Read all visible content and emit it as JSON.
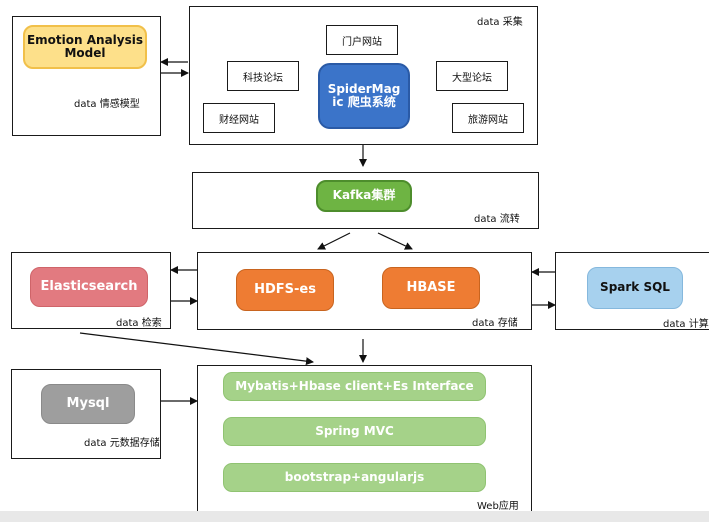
{
  "emotion": {
    "model_label": "Emotion Analysis Model",
    "caption": "data 情感模型"
  },
  "collect": {
    "caption": "data 采集",
    "spider_label": "SpiderMagic 爬虫系统",
    "sites": [
      "门户网站",
      "科技论坛",
      "大型论坛",
      "财经网站",
      "旅游网站"
    ]
  },
  "kafka": {
    "label": "Kafka集群",
    "caption": "data 流转"
  },
  "storage": {
    "hdfs_label": "HDFS-es",
    "hbase_label": "HBASE",
    "caption": "data 存储"
  },
  "search": {
    "label": "Elasticsearch",
    "caption": "data 检索"
  },
  "compute": {
    "label": "Spark SQL",
    "caption": "data 计算"
  },
  "meta": {
    "label": "Mysql",
    "caption": "data 元数据存储"
  },
  "web": {
    "layers": [
      "Mybatis+Hbase client+Es Interface",
      "Spring MVC",
      "bootstrap+angularjs"
    ],
    "caption": "Web应用"
  }
}
